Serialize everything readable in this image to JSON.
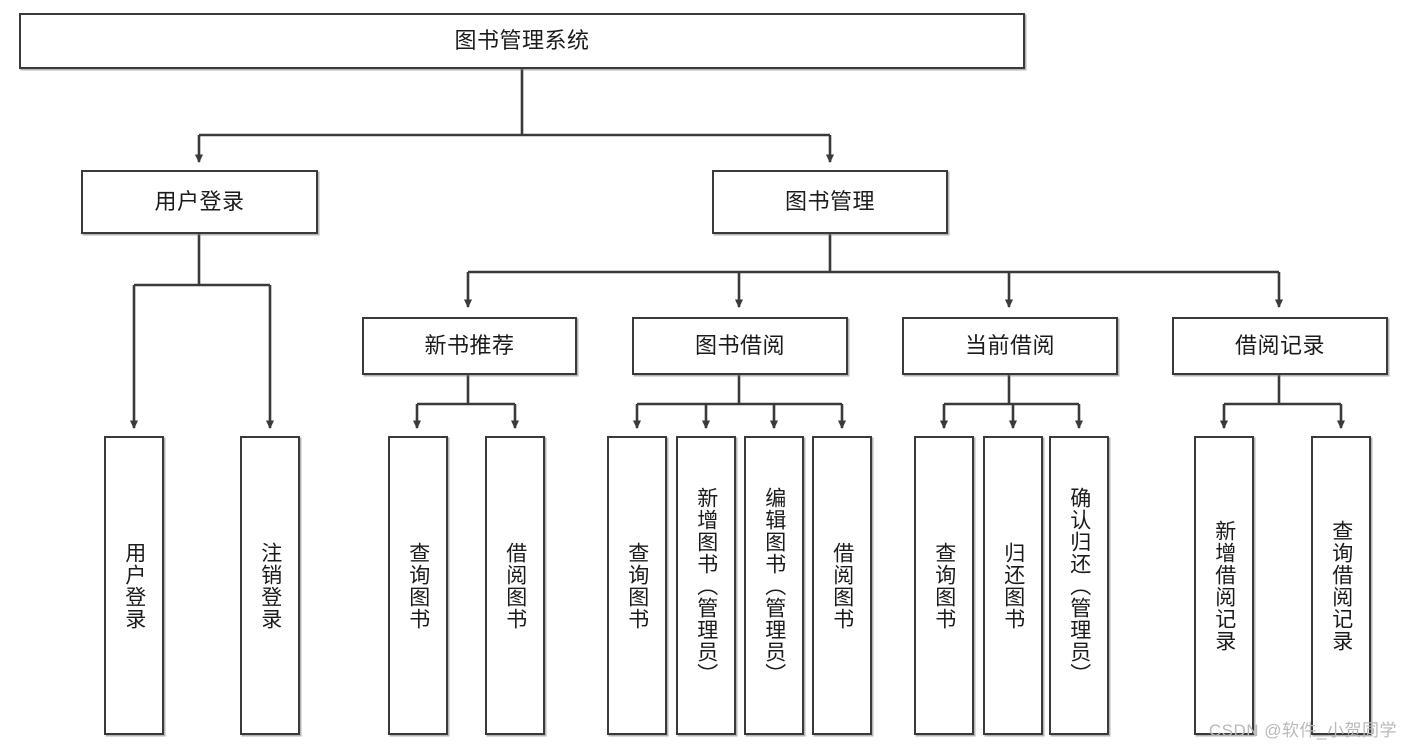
{
  "diagram": {
    "title": "图书管理系统",
    "type": "tree-hierarchy",
    "watermark": "CSDN @软件_小贺同学",
    "colors": {
      "border": "#3a3a3a",
      "background": "#ffffff",
      "text": "#1b1b1b",
      "watermark": "#b9b9b9"
    },
    "levels": {
      "root": {
        "label": "图书管理系统"
      },
      "level2": [
        {
          "id": "user-login",
          "label": "用户登录"
        },
        {
          "id": "book-management",
          "label": "图书管理"
        }
      ],
      "level3": [
        {
          "id": "new-book-recommend",
          "label": "新书推荐",
          "parent": "book-management"
        },
        {
          "id": "book-borrow",
          "label": "图书借阅",
          "parent": "book-management"
        },
        {
          "id": "current-borrow",
          "label": "当前借阅",
          "parent": "book-management"
        },
        {
          "id": "borrow-record",
          "label": "借阅记录",
          "parent": "book-management"
        }
      ],
      "leaves": [
        {
          "id": "leaf-user-login",
          "label": "用户登录",
          "parent": "user-login"
        },
        {
          "id": "leaf-user-logout",
          "label": "注销登录",
          "parent": "user-login"
        },
        {
          "id": "leaf-query-book-1",
          "label": "查询图书",
          "parent": "new-book-recommend"
        },
        {
          "id": "leaf-borrow-book-1",
          "label": "借阅图书",
          "parent": "new-book-recommend"
        },
        {
          "id": "leaf-query-book-2",
          "label": "查询图书",
          "parent": "book-borrow"
        },
        {
          "id": "leaf-add-book",
          "label": "新增图书（管理员）",
          "parent": "book-borrow"
        },
        {
          "id": "leaf-edit-book",
          "label": "编辑图书（管理员）",
          "parent": "book-borrow"
        },
        {
          "id": "leaf-borrow-book-2",
          "label": "借阅图书",
          "parent": "book-borrow"
        },
        {
          "id": "leaf-query-book-3",
          "label": "查询图书",
          "parent": "current-borrow"
        },
        {
          "id": "leaf-return-book",
          "label": "归还图书",
          "parent": "current-borrow"
        },
        {
          "id": "leaf-confirm-return",
          "label": "确认归还（管理员）",
          "parent": "current-borrow"
        },
        {
          "id": "leaf-add-record",
          "label": "新增借阅记录",
          "parent": "borrow-record"
        },
        {
          "id": "leaf-query-record",
          "label": "查询借阅记录",
          "parent": "borrow-record"
        }
      ]
    }
  }
}
